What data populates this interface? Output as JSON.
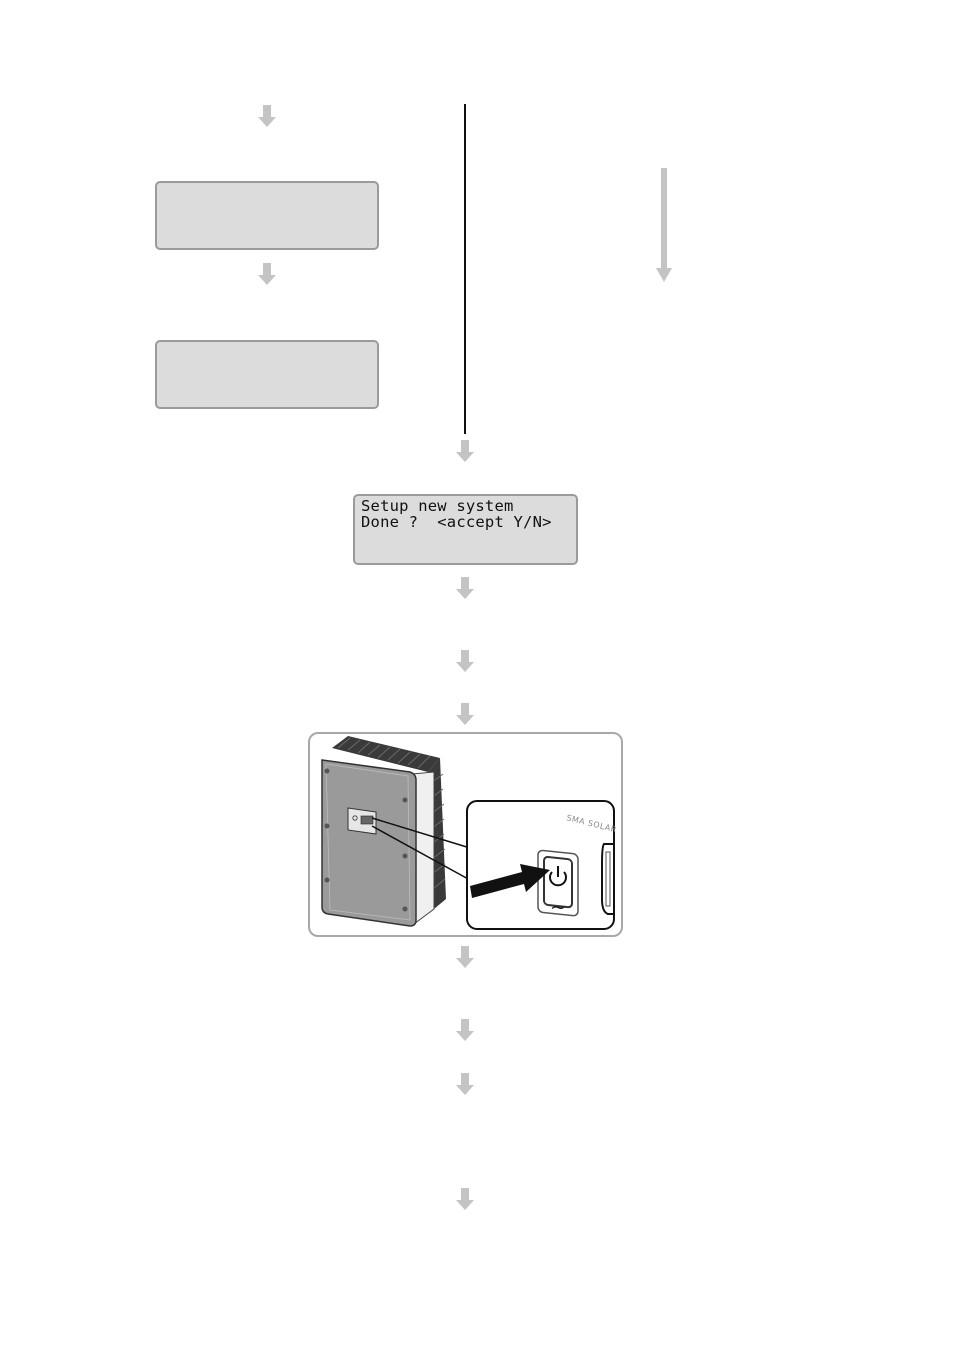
{
  "display_messages": {
    "line1": "Setup new system",
    "line2": "Done ?  <accept Y/N>"
  },
  "device_illustration": {
    "brand_label": "SMA SOLAR",
    "ac_symbol": "~",
    "power_button_icon": "power-icon"
  },
  "colors": {
    "arrow": "#c4c4c4",
    "display_background": "#dcdcdc",
    "display_border": "#9b9b9b"
  }
}
